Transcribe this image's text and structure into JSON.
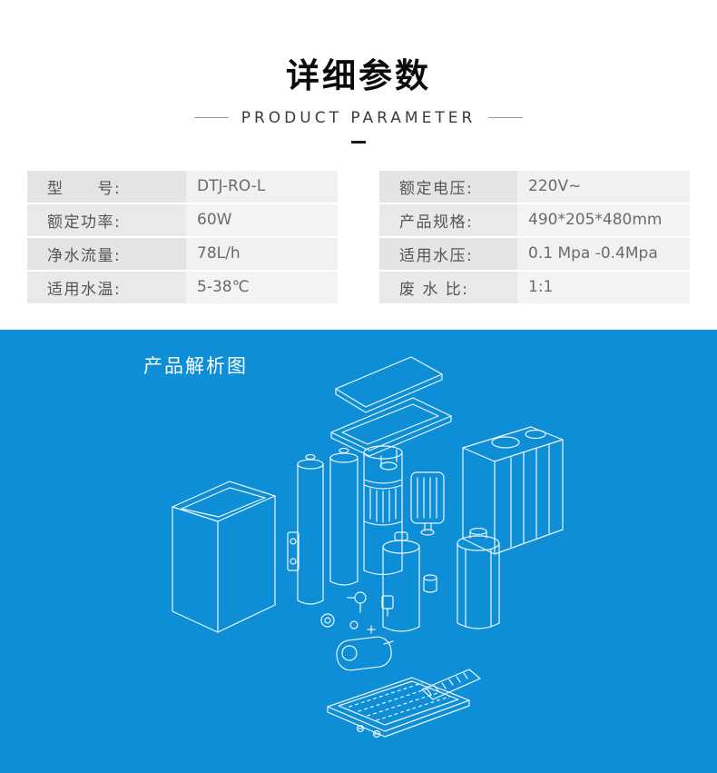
{
  "header": {
    "title": "详细参数",
    "subtitle": "PRODUCT PARAMETER"
  },
  "specs": {
    "left": [
      {
        "label": "型　　号:",
        "value": "DTJ-RO-L"
      },
      {
        "label": "额定功率:",
        "value": "60W"
      },
      {
        "label": "净水流量:",
        "value": "78L/h"
      },
      {
        "label": "适用水温:",
        "value": "5-38℃"
      }
    ],
    "right": [
      {
        "label": "额定电压:",
        "value": "220V~"
      },
      {
        "label": "产品规格:",
        "value": "490*205*480mm"
      },
      {
        "label": "适用水压:",
        "value": "0.1 Mpa -0.4Mpa"
      },
      {
        "label": "废 水 比:",
        "value": "1:1"
      }
    ]
  },
  "diagram": {
    "label": "产品解析图"
  },
  "colors": {
    "section_blue": "#0e8ed6",
    "label_cell": "#e4e4e4",
    "value_cell": "#f1f1f1",
    "diagram_line": "#ffffff"
  }
}
